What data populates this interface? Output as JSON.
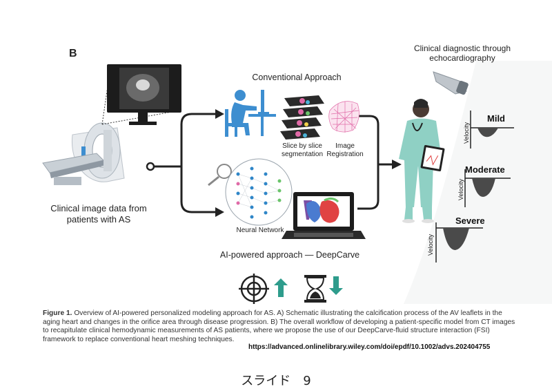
{
  "panel_label": "B",
  "left": {
    "caption": "Clinical image data from patients with AS"
  },
  "conventional": {
    "title": "Conventional Approach",
    "step1": "Slice by slice segmentation",
    "step2": "Image Registration"
  },
  "ai": {
    "network_label": "Neural Network",
    "title": "AI-powered approach — DeepCarve"
  },
  "right": {
    "title": "Clinical diagnostic through echocardiography",
    "severity": [
      {
        "label": "Mild",
        "axis": "Velocity"
      },
      {
        "label": "Moderate",
        "axis": "Velocity"
      },
      {
        "label": "Severe",
        "axis": "Velocity"
      }
    ]
  },
  "caption": {
    "figure_label": "Figure 1.",
    "text": "Overview of AI-powered personalized modeling approach for AS. A) Schematic illustrating the calcification process of the AV leaflets in the aging heart and changes in the orifice area through disease progression. B) The overall workflow of developing a patient-specific model from CT images to recapitulate clinical hemodynamic measurements of AS patients, where we propose the use of our DeepCarve-fluid structure interaction (FSI) framework to replace conventional heart meshing techniques.",
    "url": "https://advanced.onlinelibrary.wiley.com/doi/epdf/10.1002/advs.202404755"
  },
  "slide": "スライド　9",
  "colors": {
    "teal": "#2e9c8c",
    "blue": "#2f86c8",
    "dark": "#222222",
    "scrub": "#8fd0c4"
  },
  "icons": [
    "ct-scanner-icon",
    "monitor-icon",
    "desk-worker-icon",
    "magnifier-icon",
    "neural-network-icon",
    "laptop-heart-icon",
    "doctor-icon",
    "ultrasound-probe-icon",
    "target-icon",
    "hourglass-icon",
    "arrow-up-icon",
    "arrow-down-icon"
  ]
}
